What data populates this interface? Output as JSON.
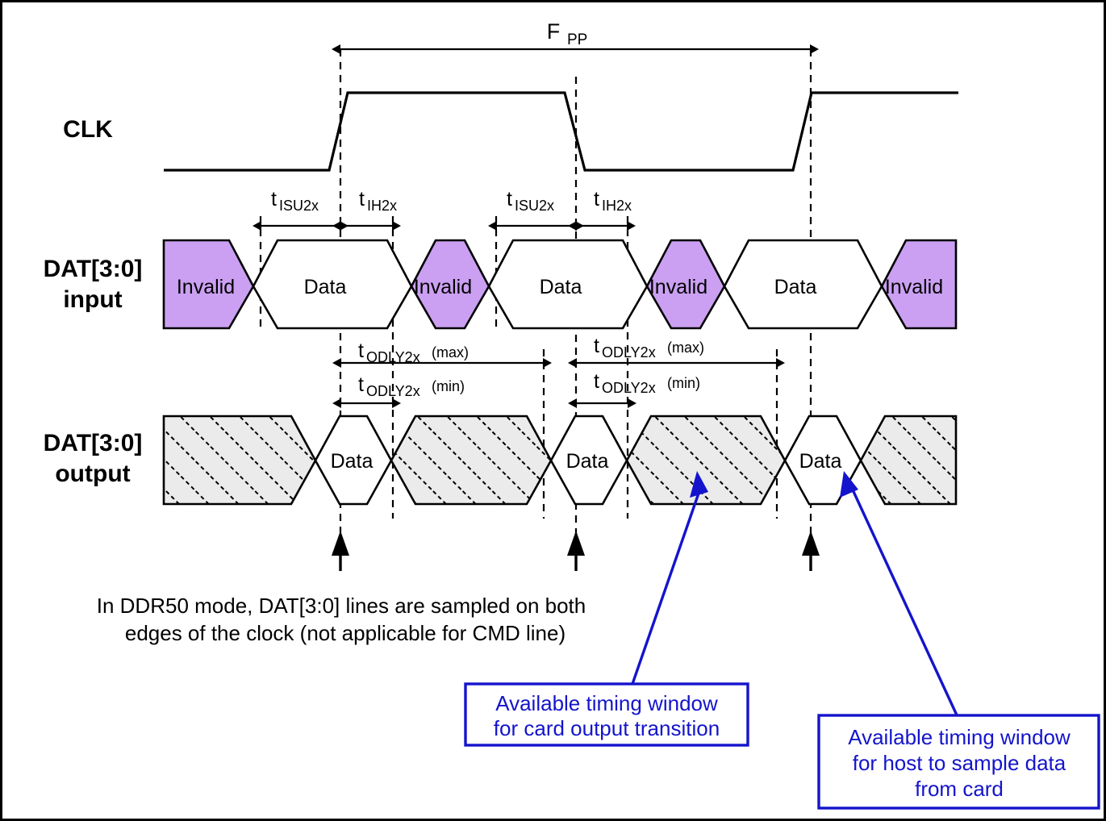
{
  "diagram": {
    "title_label": "FPP",
    "fpp": {
      "main": "F",
      "sub": "PP"
    },
    "rows": [
      {
        "name": "clk",
        "label_line1": "CLK",
        "label_line2": ""
      },
      {
        "name": "dat-input",
        "label_line1": "DAT[3:0]",
        "label_line2": "input"
      },
      {
        "name": "dat-output",
        "label_line1": "DAT[3:0]",
        "label_line2": "output"
      }
    ],
    "input_cells": [
      {
        "text": "Invalid",
        "kind": "invalid"
      },
      {
        "text": "Data",
        "kind": "data"
      },
      {
        "text": "Invalid",
        "kind": "invalid"
      },
      {
        "text": "Data",
        "kind": "data"
      },
      {
        "text": "Invalid",
        "kind": "invalid"
      },
      {
        "text": "Data",
        "kind": "data"
      },
      {
        "text": "Invalid",
        "kind": "invalid"
      }
    ],
    "output_cells": [
      {
        "text": "",
        "kind": "hatched"
      },
      {
        "text": "Data",
        "kind": "data"
      },
      {
        "text": "",
        "kind": "hatched"
      },
      {
        "text": "Data",
        "kind": "data"
      },
      {
        "text": "",
        "kind": "hatched"
      },
      {
        "text": "Data",
        "kind": "data"
      },
      {
        "text": "",
        "kind": "hatched"
      }
    ],
    "timing_labels": [
      {
        "name": "tisu2x-1",
        "main": "t",
        "sub": "ISU2x",
        "suffix": ""
      },
      {
        "name": "tih2x-1",
        "main": "t",
        "sub": "IH2x",
        "suffix": ""
      },
      {
        "name": "tisu2x-2",
        "main": "t",
        "sub": "ISU2x",
        "suffix": ""
      },
      {
        "name": "tih2x-2",
        "main": "t",
        "sub": "IH2x",
        "suffix": ""
      },
      {
        "name": "todly2x-max-1",
        "main": "t",
        "sub": "ODLY2x",
        "suffix": " (max)"
      },
      {
        "name": "todly2x-min-1",
        "main": "t",
        "sub": "ODLY2x",
        "suffix": " (min)"
      },
      {
        "name": "todly2x-max-2",
        "main": "t",
        "sub": "ODLY2x",
        "suffix": " (max)"
      },
      {
        "name": "todly2x-min-2",
        "main": "t",
        "sub": "ODLY2x",
        "suffix": " (min)"
      }
    ],
    "note": {
      "line1": "In DDR50 mode, DAT[3:0] lines are sampled on both",
      "line2": "edges of the clock (not applicable for CMD line)"
    },
    "callouts": [
      {
        "name": "card-output-transition",
        "lines": [
          "Available timing window",
          "for card output transition"
        ]
      },
      {
        "name": "host-sample-data",
        "lines": [
          "Available timing window",
          "for host to sample data",
          "from card"
        ]
      }
    ],
    "colors": {
      "invalid_fill": "#cba0f2",
      "hatch_fill": "#ebebeb",
      "callout_blue": "#1414cc",
      "line_black": "#000000",
      "background": "#ffffff"
    }
  }
}
